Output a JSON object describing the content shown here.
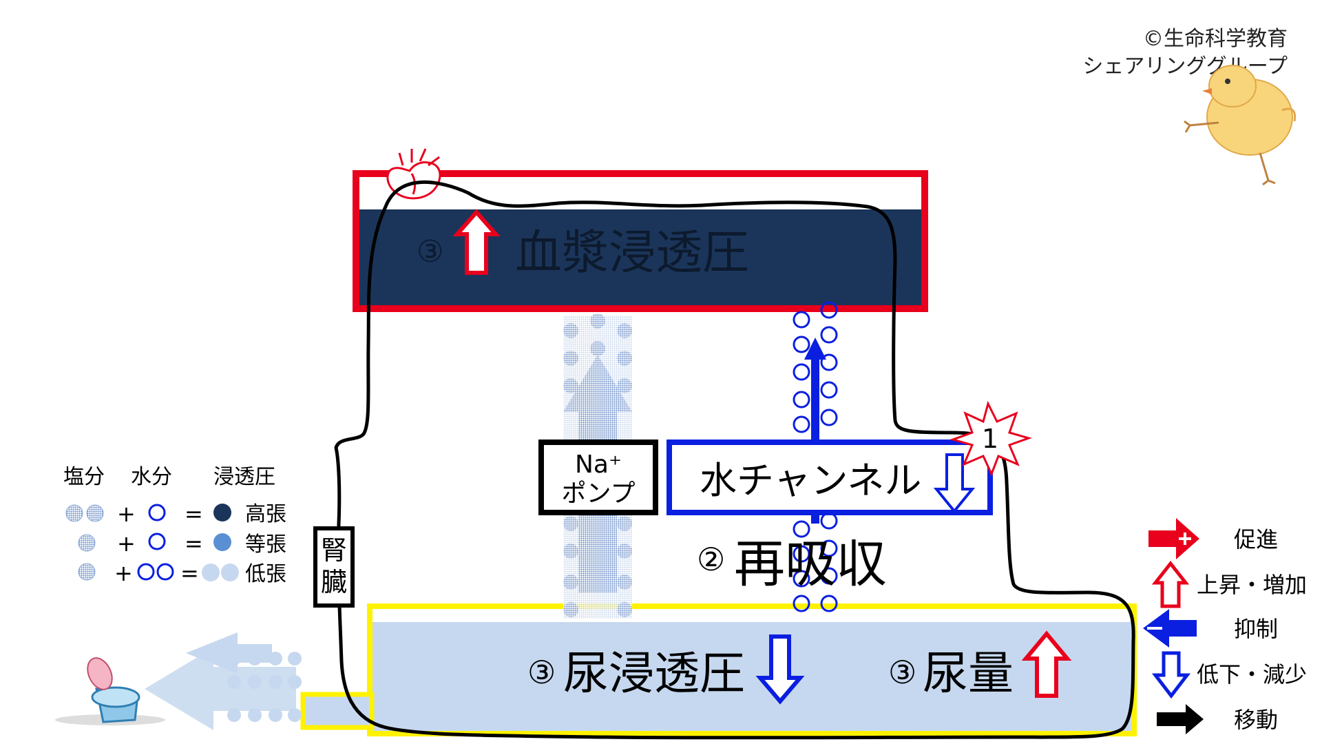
{
  "copyright": {
    "line1": "©生命科学教育",
    "line2": "シェアリンググループ"
  },
  "plasma": {
    "num": "③",
    "label": "血漿浸透圧"
  },
  "pump": {
    "line1": "Na⁺",
    "line2": "ポンプ"
  },
  "channel": {
    "label": "水チャンネル"
  },
  "event_number": "1",
  "reabsorption": {
    "num": "②",
    "label": "再吸収"
  },
  "kidney": {
    "char1": "腎",
    "char2": "臓"
  },
  "urine_osm": {
    "num": "③",
    "label": "尿浸透圧"
  },
  "urine_vol": {
    "num": "③",
    "label": "尿量"
  },
  "osmo_legend": {
    "headers": [
      "塩分",
      "水分",
      "浸透圧"
    ],
    "rows": [
      {
        "op1": "+",
        "op2": "=",
        "label": "高張"
      },
      {
        "op1": "+",
        "op2": "=",
        "label": "等張"
      },
      {
        "op1": "+",
        "op2": "=",
        "label": "低張"
      }
    ]
  },
  "arrow_legend": {
    "items": [
      {
        "icon": "red-plus-arrow-icon",
        "label": "促進"
      },
      {
        "icon": "red-up-outline-arrow-icon",
        "label": "上昇・増加"
      },
      {
        "icon": "blue-minus-arrow-icon",
        "label": "抑制"
      },
      {
        "icon": "blue-down-outline-arrow-icon",
        "label": "低下・減少"
      },
      {
        "icon": "black-arrow-icon",
        "label": "移動"
      }
    ]
  },
  "colors": {
    "red": "#e8001c",
    "blue": "#0a1fe0",
    "navy": "#1b355a",
    "light_blue": "#c6d8ef",
    "yellow": "#fff200",
    "salt_dot": "#8aa8d6"
  }
}
